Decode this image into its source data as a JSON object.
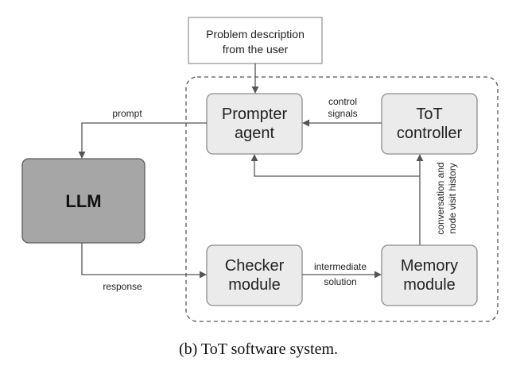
{
  "input_box": {
    "line1": "Problem description",
    "line2": "from the user"
  },
  "nodes": {
    "prompter": {
      "line1": "Prompter",
      "line2": "agent"
    },
    "tot_controller": {
      "line1": "ToT",
      "line2": "controller"
    },
    "llm": {
      "label": "LLM"
    },
    "checker": {
      "line1": "Checker",
      "line2": "module"
    },
    "memory": {
      "line1": "Memory",
      "line2": "module"
    }
  },
  "edges": {
    "prompt": "prompt",
    "response": "response",
    "control_signals_1": "control",
    "control_signals_2": "signals",
    "intermediate_1": "intermediate",
    "intermediate_2": "solution",
    "history_1": "conversation and",
    "history_2": "node visit history"
  },
  "caption": "(b) ToT software system.",
  "colors": {
    "box_fill": "#ebebeb",
    "box_stroke": "#8c8c8c",
    "llm_fill": "#a6a6a6",
    "llm_stroke": "#5a5a5a",
    "arrow": "#555555",
    "dashed_border": "#555555"
  }
}
